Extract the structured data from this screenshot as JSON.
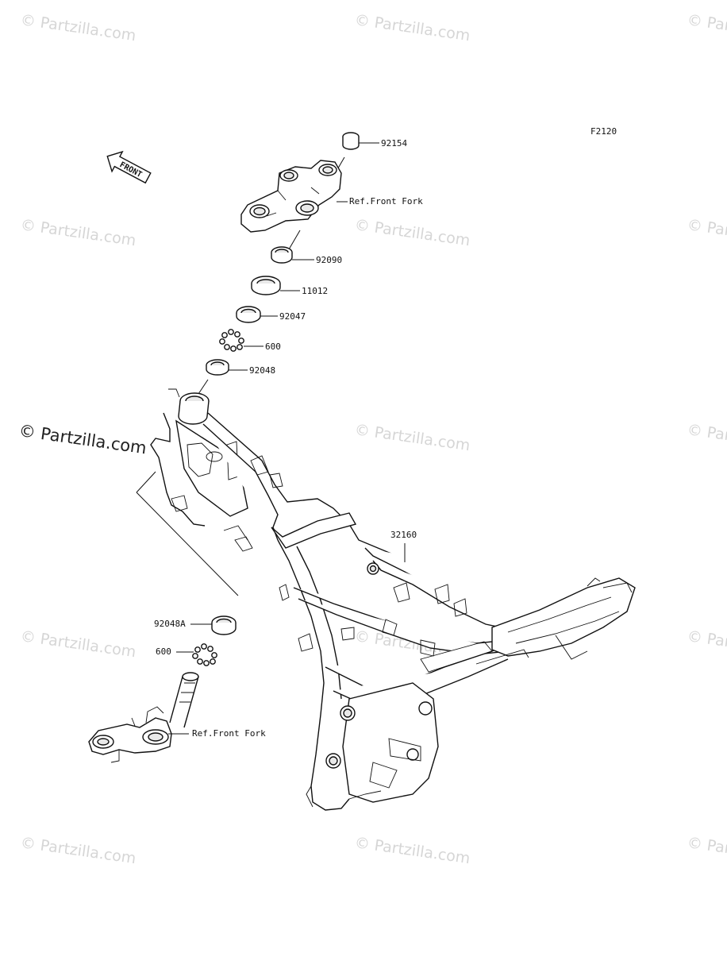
{
  "diagram_code": "F2120",
  "front_arrow": "FRONT",
  "watermark": "© Partzilla.com",
  "watermark_strong": "© Partzilla.com",
  "callouts": {
    "nut": "92154",
    "ref_front_fork_upper": "Ref.Front Fork",
    "seal_upper": "92090",
    "cap": "11012",
    "washer": "92047",
    "balls_upper": "600",
    "race_upper": "92048",
    "frame": "32160",
    "race_lower": "92048A",
    "balls_lower": "600",
    "ref_front_fork_lower": "Ref.Front Fork"
  }
}
